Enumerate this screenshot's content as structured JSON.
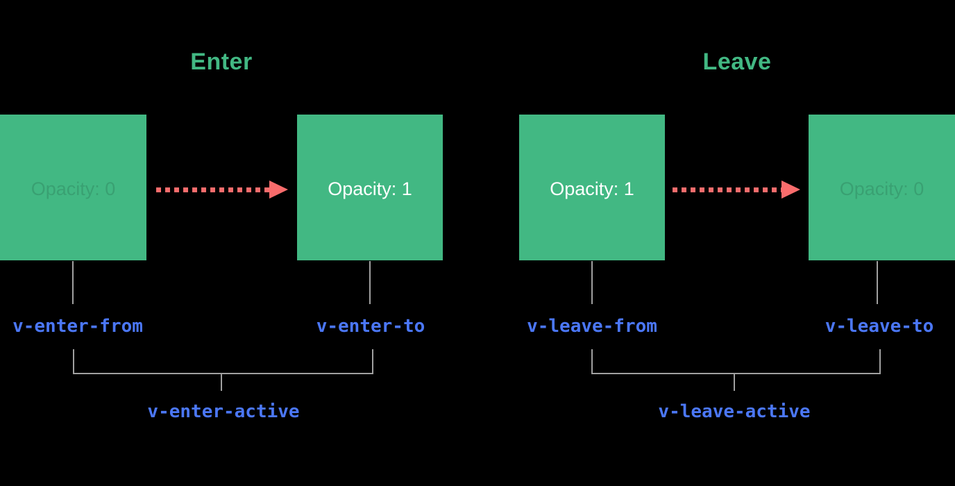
{
  "colors": {
    "background": "#000000",
    "green": "#42b883",
    "white": "#ffffff",
    "blue": "#4b77f7",
    "red": "#f96c6c",
    "gray": "#a0a0a0"
  },
  "sections": [
    {
      "title": "Enter",
      "from_box_label": "Opacity: 0",
      "from_box_style": "faded",
      "to_box_label": "Opacity: 1",
      "to_box_style": "solid",
      "from_class": "v-enter-from",
      "to_class": "v-enter-to",
      "active_class": "v-enter-active"
    },
    {
      "title": "Leave",
      "from_box_label": "Opacity: 1",
      "from_box_style": "solid",
      "to_box_label": "Opacity: 0",
      "to_box_style": "faded",
      "from_class": "v-leave-from",
      "to_class": "v-leave-to",
      "active_class": "v-leave-active"
    }
  ]
}
